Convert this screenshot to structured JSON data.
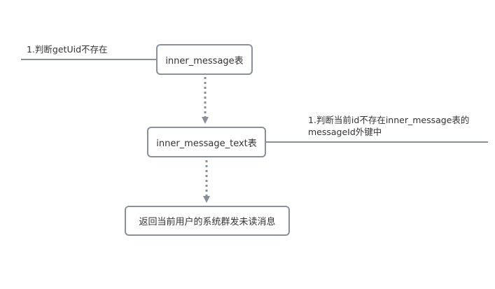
{
  "diagram": {
    "nodes": {
      "inner_message": "inner_message表",
      "inner_message_text": "inner_message_text表",
      "return_unread": "返回当前用户的系统群发未读消息"
    },
    "annotations": {
      "left_check": "1.判断getUid不存在",
      "right_check_line1": "1.判断当前id不存在inner_message表的",
      "right_check_line2": "messageId外键中"
    },
    "colors": {
      "node_border": "#8a9099",
      "edge": "#8a9099",
      "text": "#333333"
    }
  }
}
